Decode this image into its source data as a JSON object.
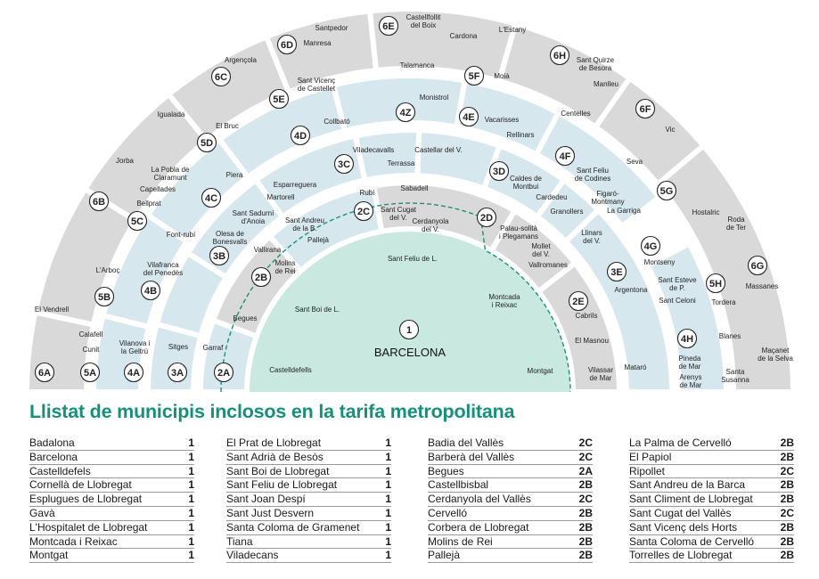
{
  "map": {
    "colors": {
      "gray": "#d9d9d9",
      "blue": "#d7e7ee",
      "green": "#c8e8e0",
      "dash": "#1a9275",
      "white": "#ffffff"
    },
    "center": {
      "code": "1",
      "label": "BARCELONA"
    },
    "zones": [
      {
        "code": "6A",
        "label": "6A"
      },
      {
        "code": "6B",
        "label": "6B"
      },
      {
        "code": "6C",
        "label": "6C"
      },
      {
        "code": "6D",
        "label": "6D"
      },
      {
        "code": "6E",
        "label": "6E"
      },
      {
        "code": "6H",
        "label": "6H"
      },
      {
        "code": "6F",
        "label": "6F"
      },
      {
        "code": "6G",
        "label": "6G"
      },
      {
        "code": "5A",
        "label": "5A"
      },
      {
        "code": "5B",
        "label": "5B"
      },
      {
        "code": "5C",
        "label": "5C"
      },
      {
        "code": "5D",
        "label": "5D"
      },
      {
        "code": "5E",
        "label": "5E"
      },
      {
        "code": "5F",
        "label": "5F"
      },
      {
        "code": "5G",
        "label": "5G"
      },
      {
        "code": "5H",
        "label": "5H"
      },
      {
        "code": "4A",
        "label": "4A"
      },
      {
        "code": "4B",
        "label": "4B"
      },
      {
        "code": "4C",
        "label": "4C"
      },
      {
        "code": "4D",
        "label": "4D"
      },
      {
        "code": "4Z",
        "label": "4Z"
      },
      {
        "code": "4E",
        "label": "4E"
      },
      {
        "code": "4F",
        "label": "4F"
      },
      {
        "code": "4G",
        "label": "4G"
      },
      {
        "code": "4H",
        "label": "4H"
      },
      {
        "code": "3A",
        "label": "3A"
      },
      {
        "code": "3B",
        "label": "3B"
      },
      {
        "code": "3C",
        "label": "3C"
      },
      {
        "code": "3D",
        "label": "3D"
      },
      {
        "code": "3E",
        "label": "3E"
      },
      {
        "code": "2A",
        "label": "2A"
      },
      {
        "code": "2B",
        "label": "2B"
      },
      {
        "code": "2C",
        "label": "2C"
      },
      {
        "code": "2D",
        "label": "2D"
      },
      {
        "code": "2E",
        "label": "2E"
      }
    ],
    "places": [
      "El Vendrell",
      "Jorba",
      "Igualada",
      "Argençola",
      "Manresa",
      "Santpedor",
      "Castellfollit del Boix",
      "Cardona",
      "L'Estany",
      "Sant Quirze de Besora",
      "Manlleu",
      "Vic",
      "Roda de Ter",
      "Massanes",
      "Maçanet de la Selva",
      "L'Arboç",
      "Calafell",
      "Cunit",
      "Capellades",
      "Bellprat",
      "La Pobla de Claramunt",
      "El Bruc",
      "Sant Vicenç de Castellet",
      "Talamanca",
      "Moià",
      "Centelles",
      "Seva",
      "Hostalric",
      "Tordera",
      "Blanes",
      "Santa Susanna",
      "Vilanova i la Geltrú",
      "Vilafranca del Penedès",
      "Font-rubí",
      "Piera",
      "Collbató",
      "Monistrol",
      "Vacarisses",
      "Rellinars",
      "Sant Feliu de Codines",
      "Figaró-Montmany",
      "La Garriga",
      "Montseny",
      "Sant Esteve de P.",
      "Sant Celoni",
      "Pineda de Mar",
      "Arenys de Mar",
      "Sitges",
      "Olesa de Bonesvalls",
      "Sant Sadurní d'Anoia",
      "Esparreguera",
      "Martorell",
      "Viladecavalls",
      "Terrassa",
      "Castellar del V.",
      "Caldes de Montbui",
      "Cardedeu",
      "Granollers",
      "Llinars del V.",
      "Argentona",
      "Mataró",
      "Garraf",
      "Begues",
      "Vallirana",
      "Molins de Rei",
      "Sant Andreu de la B.",
      "Pallejà",
      "Rubí",
      "Sabadell",
      "Sant Cugat del V.",
      "Cerdanyola del V.",
      "Palau-solità i Plegamans",
      "Mollet del V.",
      "Vallromanes",
      "Cabrils",
      "El Masnou",
      "Vilassar de Mar",
      "Castelldefells",
      "Sant Boi de L.",
      "Sant Feliu de L.",
      "Montcada i Reixac",
      "Montgat"
    ]
  },
  "list": {
    "title": "Llistat de municipis inclosos en la tarifa metropolitana",
    "columns": [
      [
        {
          "name": "Badalona",
          "zone": "1"
        },
        {
          "name": "Barcelona",
          "zone": "1"
        },
        {
          "name": "Castelldefels",
          "zone": "1"
        },
        {
          "name": "Cornellà de Llobregat",
          "zone": "1"
        },
        {
          "name": "Esplugues de Llobregat",
          "zone": "1"
        },
        {
          "name": "Gavà",
          "zone": "1"
        },
        {
          "name": "L'Hospitalet de Llobregat",
          "zone": "1"
        },
        {
          "name": "Montcada i Reixac",
          "zone": "1"
        },
        {
          "name": "Montgat",
          "zone": "1"
        }
      ],
      [
        {
          "name": "El Prat de Llobregat",
          "zone": "1"
        },
        {
          "name": "Sant Adrià de Besòs",
          "zone": "1"
        },
        {
          "name": "Sant Boi de Llobregat",
          "zone": "1"
        },
        {
          "name": "Sant Feliu de Llobregat",
          "zone": "1"
        },
        {
          "name": "Sant Joan Despí",
          "zone": "1"
        },
        {
          "name": "Sant Just Desvern",
          "zone": "1"
        },
        {
          "name": "Santa Coloma de Gramenet",
          "zone": "1"
        },
        {
          "name": "Tiana",
          "zone": "1"
        },
        {
          "name": "Viladecans",
          "zone": "1"
        }
      ],
      [
        {
          "name": "Badia del Vallès",
          "zone": "2C"
        },
        {
          "name": "Barberà del Vallès",
          "zone": "2C"
        },
        {
          "name": "Begues",
          "zone": "2A"
        },
        {
          "name": "Castellbisbal",
          "zone": "2B"
        },
        {
          "name": "Cerdanyola del Vallès",
          "zone": "2C"
        },
        {
          "name": "Cervelló",
          "zone": "2B"
        },
        {
          "name": "Corbera de Llobregat",
          "zone": "2B"
        },
        {
          "name": "Molins de Rei",
          "zone": "2B"
        },
        {
          "name": "Pallejà",
          "zone": "2B"
        }
      ],
      [
        {
          "name": "La Palma de Cervelló",
          "zone": "2B"
        },
        {
          "name": "El Papiol",
          "zone": "2B"
        },
        {
          "name": "Ripollet",
          "zone": "2C"
        },
        {
          "name": "Sant Andreu de la Barca",
          "zone": "2B"
        },
        {
          "name": "Sant Climent de Llobregat",
          "zone": "2B"
        },
        {
          "name": "Sant Cugat del Vallès",
          "zone": "2C"
        },
        {
          "name": "Sant Vicenç dels Horts",
          "zone": "2B"
        },
        {
          "name": "Santa Coloma de Cervelló",
          "zone": "2B"
        },
        {
          "name": "Torrelles de Llobregat",
          "zone": "2B"
        }
      ]
    ]
  }
}
